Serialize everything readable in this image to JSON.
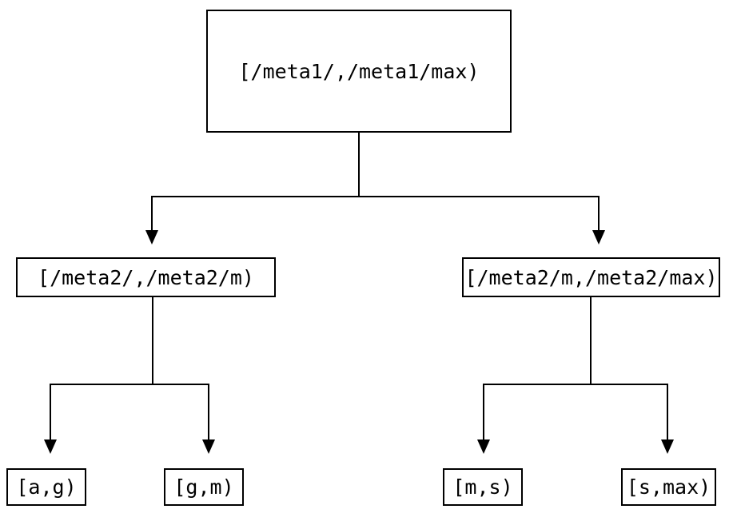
{
  "diagram": {
    "type": "tree",
    "title": "",
    "background_color": "#ffffff",
    "line_color": "#000000",
    "text_color": "#000000",
    "nodes": {
      "root": {
        "label": "[/meta1/,/meta1/max)"
      },
      "mid_left": {
        "label": "[/meta2/,/meta2/m)"
      },
      "mid_right": {
        "label": "[/meta2/m,/meta2/max)"
      },
      "leaf_1": {
        "label": "[a,g)"
      },
      "leaf_2": {
        "label": "[g,m)"
      },
      "leaf_3": {
        "label": "[m,s)"
      },
      "leaf_4": {
        "label": "[s,max)"
      }
    },
    "edges": [
      {
        "from": "root",
        "to": "mid_left"
      },
      {
        "from": "root",
        "to": "mid_right"
      },
      {
        "from": "mid_left",
        "to": "leaf_1"
      },
      {
        "from": "mid_left",
        "to": "leaf_2"
      },
      {
        "from": "mid_right",
        "to": "leaf_3"
      },
      {
        "from": "mid_right",
        "to": "leaf_4"
      }
    ]
  }
}
